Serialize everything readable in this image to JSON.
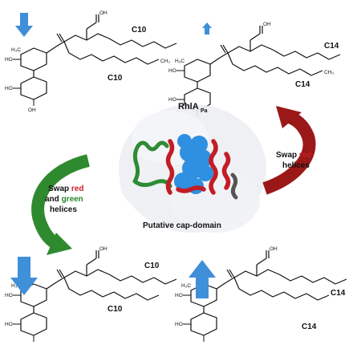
{
  "colors": {
    "arrow_blue": "#3f8fd9",
    "arrow_green": "#2f8a2f",
    "arrow_darkred": "#9b1818",
    "helix_red": "#c21d26",
    "helix_green": "#2e8b36",
    "pocket_blue": "#2f8fe0",
    "surface_grey": "#e7e9ee",
    "text_red": "#c41f2a",
    "text_green": "#2a8a2a"
  },
  "icons": {
    "arrow_down": "down-arrow-icon",
    "arrow_up": "up-arrow-icon"
  },
  "molecules": {
    "top_left": {
      "chain_upper": "C10",
      "chain_lower": "C10",
      "arrow": "down",
      "arrow_size": "medium"
    },
    "top_right": {
      "chain_upper": "C14",
      "chain_lower": "C14",
      "arrow": "up",
      "arrow_size": "small"
    },
    "bottom_left": {
      "chain_upper": "C10",
      "chain_lower": "C10",
      "arrow": "down",
      "arrow_size": "large"
    },
    "bottom_right": {
      "chain_upper": "C14",
      "chain_lower": "C14",
      "arrow": "up",
      "arrow_size": "large"
    }
  },
  "structure_text": {
    "hydroxyl": "HO",
    "hydroxyl_top": "OH",
    "methyl": "H₃C",
    "terminal": "CH₃",
    "oxygen": "O"
  },
  "protein": {
    "name": "RhlA",
    "subscript": "Pa",
    "caption": "Putative cap-domain"
  },
  "annotations": {
    "right": {
      "line1_prefix": "Swap ",
      "line1_highlight": "red",
      "line2": "helices"
    },
    "left": {
      "line1_prefix": "Swap ",
      "line1_highlight": "red",
      "line2_highlight": "green",
      "line2_prefix": "and ",
      "line3": "helices"
    }
  }
}
